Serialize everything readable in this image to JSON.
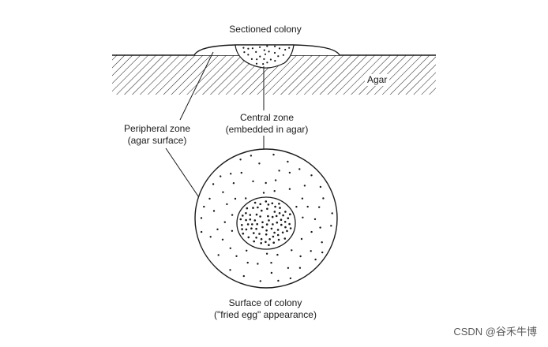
{
  "diagram": {
    "title": "Sectioned colony",
    "agar_label": "Agar",
    "central_zone": {
      "line1": "Central zone",
      "line2": "(embedded in agar)"
    },
    "peripheral_zone": {
      "line1": "Peripheral zone",
      "line2": "(agar surface)"
    },
    "surface": {
      "line1": "Surface of colony",
      "line2": "(\"fried egg\" appearance)"
    },
    "watermark": "CSDN @谷禾牛博"
  },
  "colors": {
    "ink": "#1a1a1a",
    "background": "#ffffff",
    "watermark": "#5a5a5a"
  }
}
